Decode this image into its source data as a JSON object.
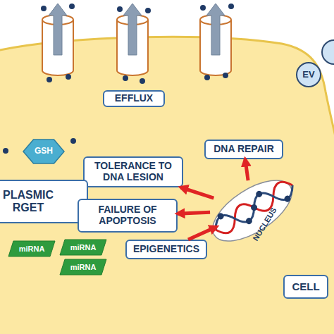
{
  "diagram": {
    "nodes": [
      {
        "text": [
          "EFFLUX"
        ]
      },
      {
        "text": [
          "EV"
        ]
      },
      {
        "text": [
          "GSH"
        ]
      },
      {
        "text": [
          "DNA REPAIR"
        ]
      },
      {
        "text": [
          "TOLERANCE TO DNA LESION"
        ]
      },
      {
        "text": [
          "PLASMIC RGET"
        ]
      },
      {
        "text": [
          "FAILURE OF APOPTOSIS"
        ]
      },
      {
        "text": [
          "NUCLEUS"
        ]
      },
      {
        "text": [
          "miRNA"
        ]
      },
      {
        "text": [
          "miRNA"
        ]
      },
      {
        "text": [
          "EPIGENETICS"
        ]
      },
      {
        "text": [
          "miRNA"
        ]
      },
      {
        "text": [
          "CELL"
        ]
      }
    ],
    "edges": [
      {
        "from": 7,
        "to": 3,
        "arrow": "to"
      },
      {
        "from": 7,
        "to": 4,
        "arrow": "to"
      },
      {
        "from": 7,
        "to": 6,
        "arrow": "to"
      },
      {
        "from": 10,
        "to": 7,
        "arrow": "to"
      }
    ]
  }
}
